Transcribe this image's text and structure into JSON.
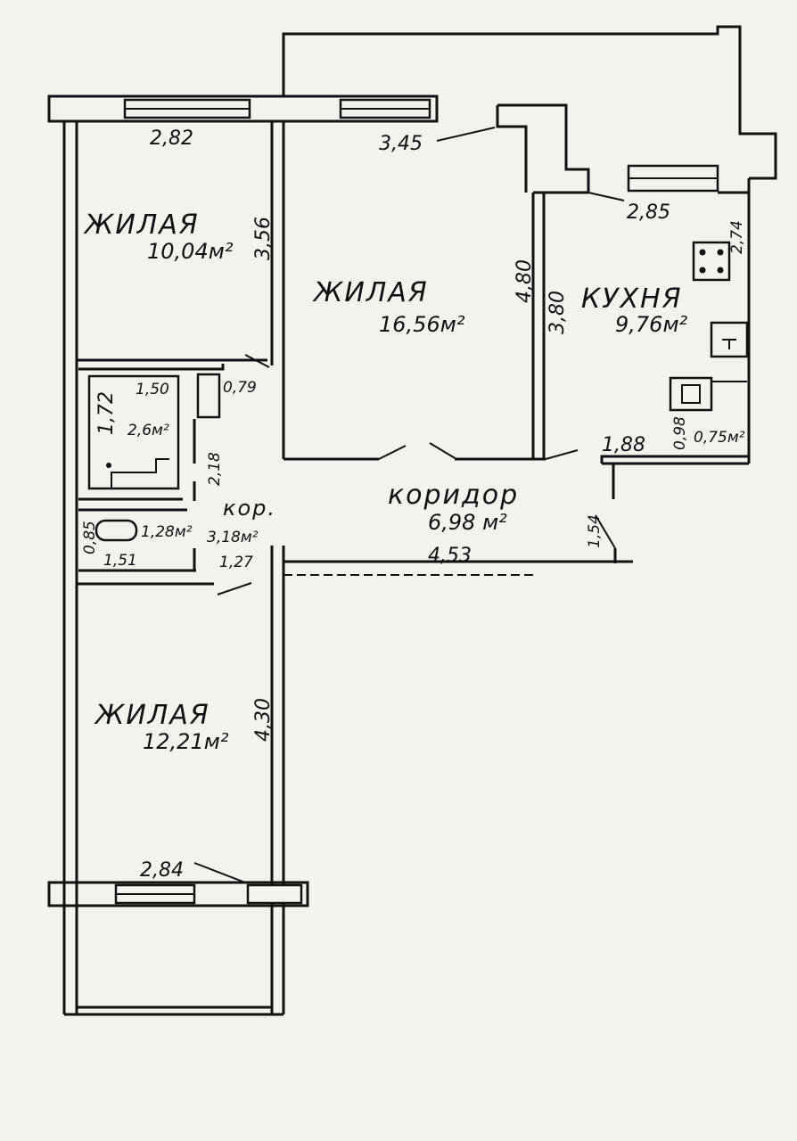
{
  "rooms": {
    "living1": {
      "name": "ЖИЛАЯ",
      "area": "10,04м²"
    },
    "living2": {
      "name": "ЖИЛАЯ",
      "area": "16,56м²"
    },
    "kitchen": {
      "name": "КУХНЯ",
      "area": "9,76м²"
    },
    "living3": {
      "name": "ЖИЛАЯ",
      "area": "12,21м²"
    },
    "corridor": {
      "name": "коридор",
      "area": "6,98 м²"
    },
    "hall": {
      "name": "кор.",
      "area": "3,18м²"
    },
    "bathroom": {
      "area": "2,6м²"
    },
    "toilet": {
      "area": "1,28м²"
    },
    "pantry": {
      "area": "0,75м²"
    }
  },
  "dims": {
    "d282": "2,82",
    "d345": "3,45",
    "d356": "3,56",
    "d480": "4,80",
    "d380": "3,80",
    "d285": "2,85",
    "d274": "2,74",
    "d150": "1,50",
    "d079": "0,79",
    "d172": "1,72",
    "d218": "2,18",
    "d188": "1,88",
    "d085": "0,85",
    "d151": "1,51",
    "d127": "1,27",
    "d453": "4,53",
    "d154": "1,54",
    "d430": "4,30",
    "d284": "2,84",
    "d098": "0,98"
  }
}
